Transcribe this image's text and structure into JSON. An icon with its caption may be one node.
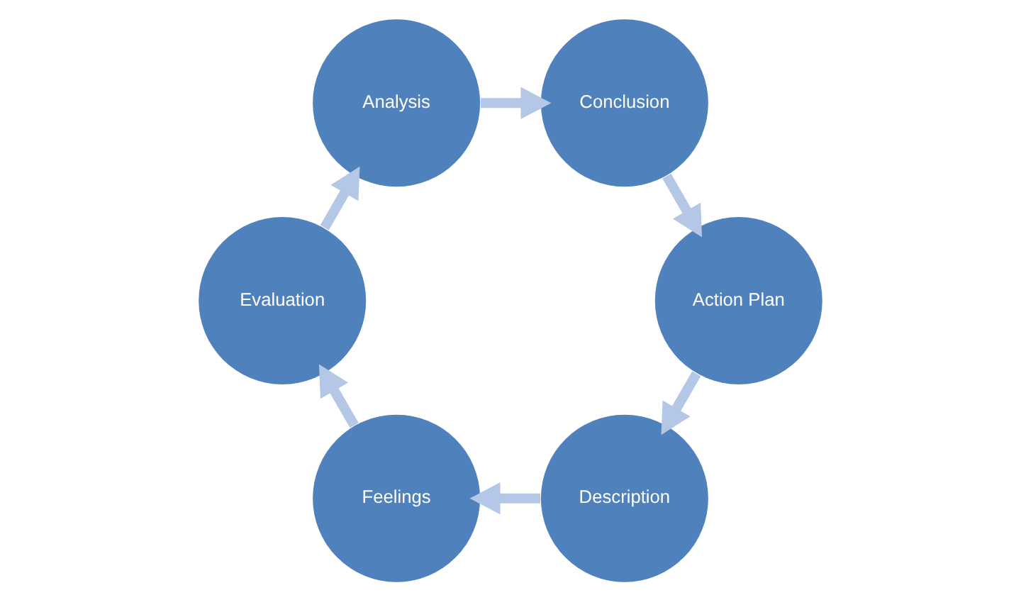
{
  "diagram": {
    "nodes": [
      {
        "text": [
          "Description"
        ]
      },
      {
        "text": [
          "Feelings"
        ]
      },
      {
        "text": [
          "Evaluation"
        ]
      },
      {
        "text": [
          "Analysis"
        ]
      },
      {
        "text": [
          "Conclusion"
        ]
      },
      {
        "text": [
          "Action Plan"
        ]
      }
    ],
    "edges": [
      {
        "from": 0,
        "to": 1,
        "arrow": "to"
      },
      {
        "from": 1,
        "to": 2,
        "arrow": "to"
      },
      {
        "from": 2,
        "to": 3,
        "arrow": "to"
      },
      {
        "from": 3,
        "to": 4,
        "arrow": "to"
      },
      {
        "from": 4,
        "to": 5,
        "arrow": "to"
      },
      {
        "from": 5,
        "to": 0,
        "arrow": "to"
      }
    ]
  }
}
